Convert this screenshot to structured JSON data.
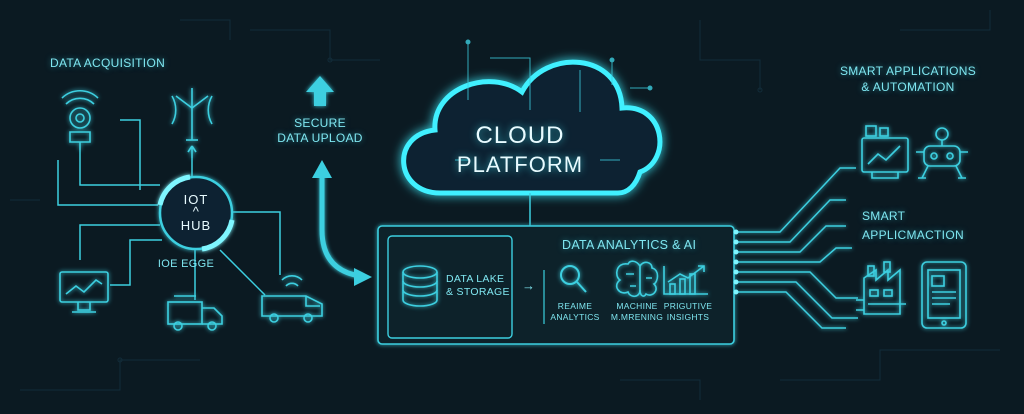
{
  "colors": {
    "background": "#0b1a22",
    "line": "#3ccfe0",
    "text": "#7fe6f0",
    "cloud_glow": "#3ff0ff",
    "cloud_text": "#e8fbff"
  },
  "acquisition": {
    "title": "DATA ACQUISITION",
    "hub_line1": "IOT",
    "hub_arrow": "^",
    "hub_line2": "HUB",
    "edge_label": "IOE EGGE",
    "icons": [
      "wifi-sensor-icon",
      "wind-turbine-icon",
      "monitor-chart-icon",
      "truck-icon",
      "van-icon"
    ]
  },
  "upload": {
    "line1": "SECURE",
    "line2": "DATA UPLOAD"
  },
  "cloud": {
    "line1": "CLOUD",
    "line2": "PLATFORM"
  },
  "analytics": {
    "title": "DATA ANALYTICS & AI",
    "storage_line1": "DATA LAKE",
    "storage_line2": "& STORAGE",
    "arrow": "→",
    "items": [
      {
        "icon": "magnifier-icon",
        "line1": "REAIME",
        "line2": "ANALYTICS"
      },
      {
        "icon": "brain-icon",
        "line1": "MACHINE",
        "line2": "M.MRENING"
      },
      {
        "icon": "growth-chart-icon",
        "line1": "PRIGUTIVE",
        "line2": "INSIGHTS"
      }
    ]
  },
  "applications": {
    "title_line1": "SMART APPLICATIONS",
    "title_line2": "& AUTOMATION",
    "sub_line1": "SMART",
    "sub_line2": "APPLICMACTION",
    "icons": [
      "dashboard-monitor-icon",
      "robot-icon",
      "factory-icon",
      "tablet-icon"
    ]
  }
}
